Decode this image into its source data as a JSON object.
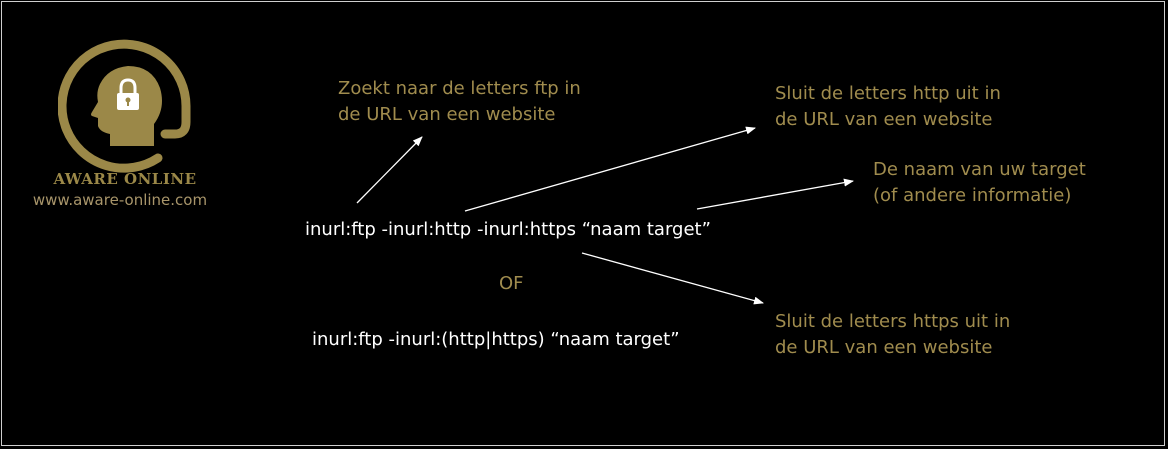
{
  "brand": {
    "name": "AWARE ONLINE",
    "url": "www.aware-online.com"
  },
  "annotations": {
    "ftp": {
      "line1": "Zoekt naar de letters ftp in",
      "line2": "de URL van een website"
    },
    "http": {
      "line1": "Sluit de letters http uit in",
      "line2": "de URL van een website"
    },
    "target": {
      "line1": "De naam van uw target",
      "line2": "(of andere informatie)"
    },
    "https": {
      "line1": "Sluit de letters https uit in",
      "line2": "de URL van een website"
    }
  },
  "queries": {
    "first": "inurl:ftp -inurl:http -inurl:https “naam target”",
    "or_label": "OF",
    "second": "inurl:ftp -inurl:(http|https) “naam target”"
  },
  "colors": {
    "background": "#000000",
    "gold": "#9b8848",
    "annotation_text": "#a08c4e",
    "query_text": "#ffffff",
    "arrow": "#ffffff"
  },
  "icons": {
    "logo": "head-with-padlock-logo",
    "arrows": "arrow-icon"
  }
}
